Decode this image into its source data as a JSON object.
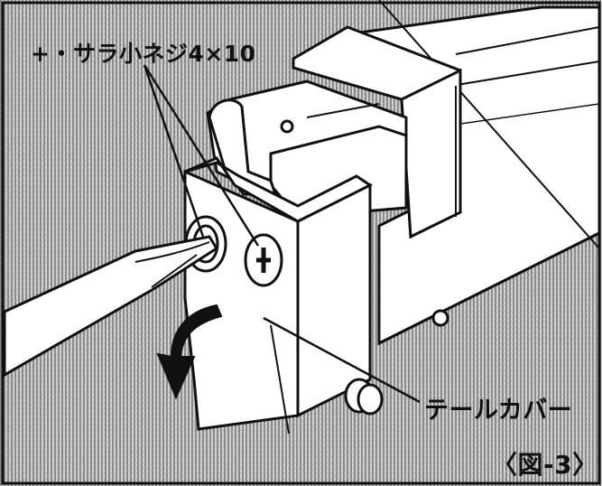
{
  "labels": {
    "screw": "+・サラ小ネジ4×10",
    "tail_cover": "テールカバー",
    "figure_number": "〈図-3〉"
  },
  "colors": {
    "background_texture": "#9a9a9a",
    "line": "#111111",
    "part_fill": "#ffffff"
  }
}
